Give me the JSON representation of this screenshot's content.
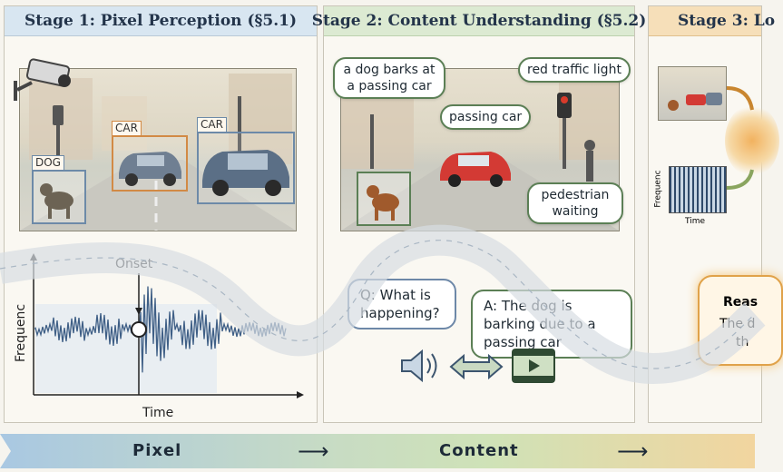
{
  "stages": [
    {
      "title": "Stage 1: Pixel Perception (§5.1)",
      "color": "#d8e6f1"
    },
    {
      "title": "Stage 2: Content Understanding (§5.2)",
      "color": "#dcead2"
    },
    {
      "title": "Stage 3: Lo",
      "color": "#f6dfb9"
    }
  ],
  "stage1": {
    "tag_car_1": "CAR",
    "tag_car_2": "CAR",
    "tag_dog": "DOG",
    "onset": "Onset",
    "y_axis": "Frequenc",
    "x_axis": "Time"
  },
  "stage2": {
    "bubble_dog": "a dog barks at a passing car",
    "bubble_light": "red traffic light",
    "bubble_car": "passing car",
    "bubble_pedestrian": "pedestrian waiting",
    "question": "Q: What is happening?",
    "answer": "A: The dog is barking due to a passing car"
  },
  "stage3": {
    "spec_y": "Frequenc",
    "spec_x": "Time",
    "reason_title": "Reas",
    "reason_line1": "The d",
    "reason_line2": "th"
  },
  "bottom": {
    "word1": "Pixel",
    "word2": "Content",
    "arrow": "⟶"
  }
}
